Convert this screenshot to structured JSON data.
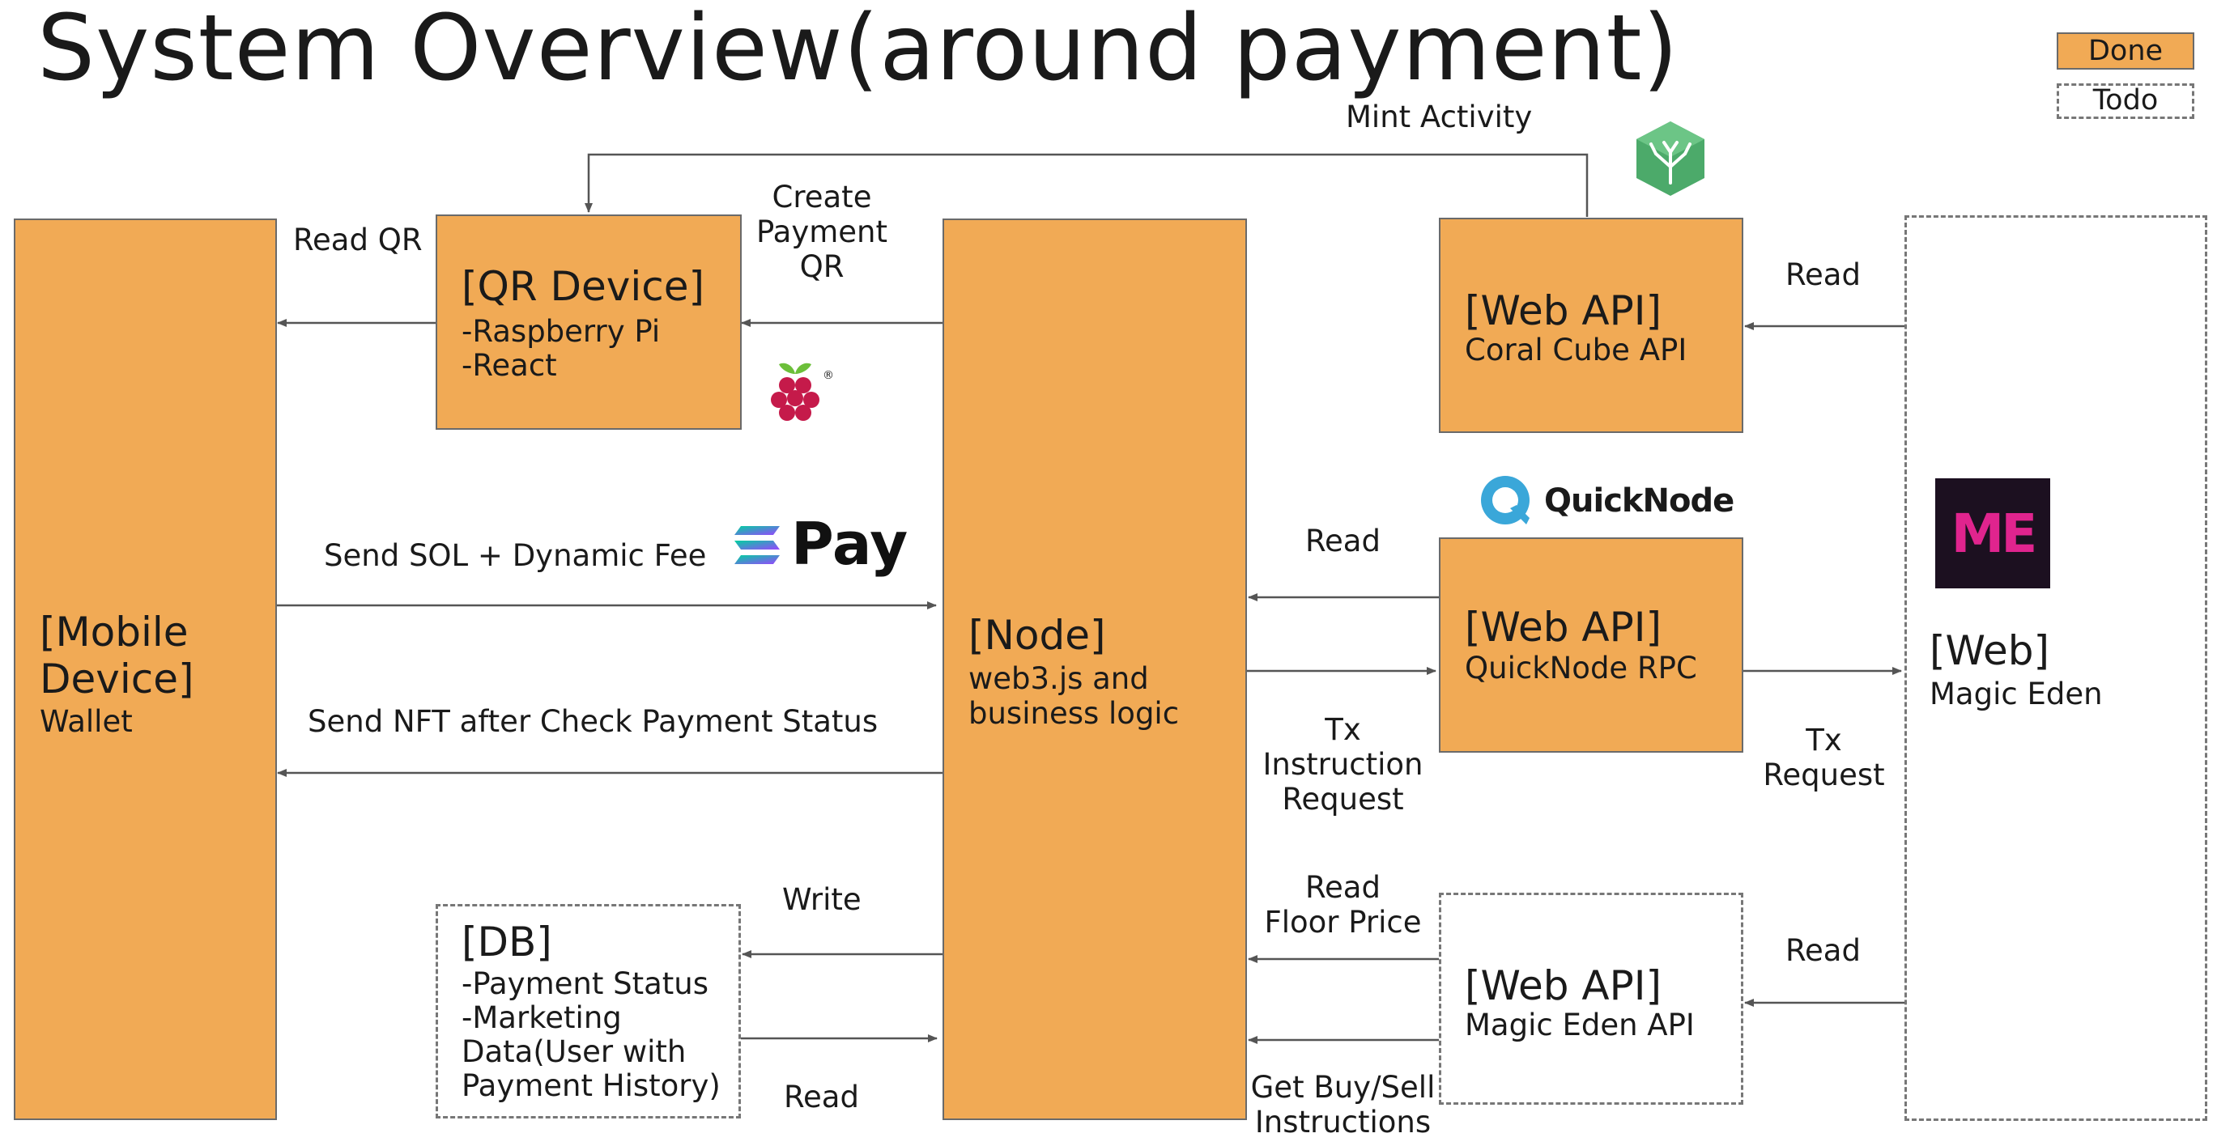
{
  "title": "System Overview(around payment)",
  "legend": {
    "done": "Done",
    "todo": "Todo"
  },
  "colors": {
    "done": "#F1AA55",
    "todo": "#ffffff",
    "line": "#555555",
    "quicknode": "#3aa7d9",
    "coral": "#4caa6a",
    "magic_eden_bg": "#1c1020",
    "magic_eden_fg": "#e0248e"
  },
  "boxes": {
    "mobile": {
      "title": "[Mobile Device]",
      "sub": "Wallet"
    },
    "qr": {
      "title": "[QR Device]",
      "lines": [
        "-Raspberry Pi",
        "-React"
      ]
    },
    "node": {
      "title": "[Node]",
      "sub": "web3.js and business logic"
    },
    "coral": {
      "title": "[Web API]",
      "sub": "Coral Cube API"
    },
    "quicknode": {
      "title": "[Web API]",
      "sub": "QuickNode RPC"
    },
    "magiceden_api": {
      "title": "[Web API]",
      "sub": "Magic Eden API"
    },
    "db": {
      "title": "[DB]",
      "lines": [
        "-Payment Status",
        "-Marketing",
        "Data(User with",
        "Payment History)"
      ]
    },
    "web": {
      "title": "[Web]",
      "sub": "Magic Eden"
    }
  },
  "edges": {
    "mint_activity": "Mint Activity",
    "read_qr": "Read QR",
    "create_qr": [
      "Create",
      "Payment",
      "QR"
    ],
    "send_sol": "Send SOL + Dynamic Fee",
    "send_nft": "Send NFT after Check Payment Status",
    "read_coral": "Read",
    "read_quicknode": "Read",
    "tx_instruction": [
      "Tx",
      "Instruction",
      "Request"
    ],
    "tx_request": [
      "Tx",
      "Request"
    ],
    "write_db": "Write",
    "read_db": "Read",
    "read_floor": [
      "Read",
      "Floor Price"
    ],
    "get_buy_sell": [
      "Get Buy/Sell",
      "Instructions"
    ],
    "read_me": "Read"
  },
  "logos": {
    "pay": "Pay",
    "quicknode": "QuickNode",
    "magic_eden": "ME",
    "raspberry_mark": "®"
  }
}
